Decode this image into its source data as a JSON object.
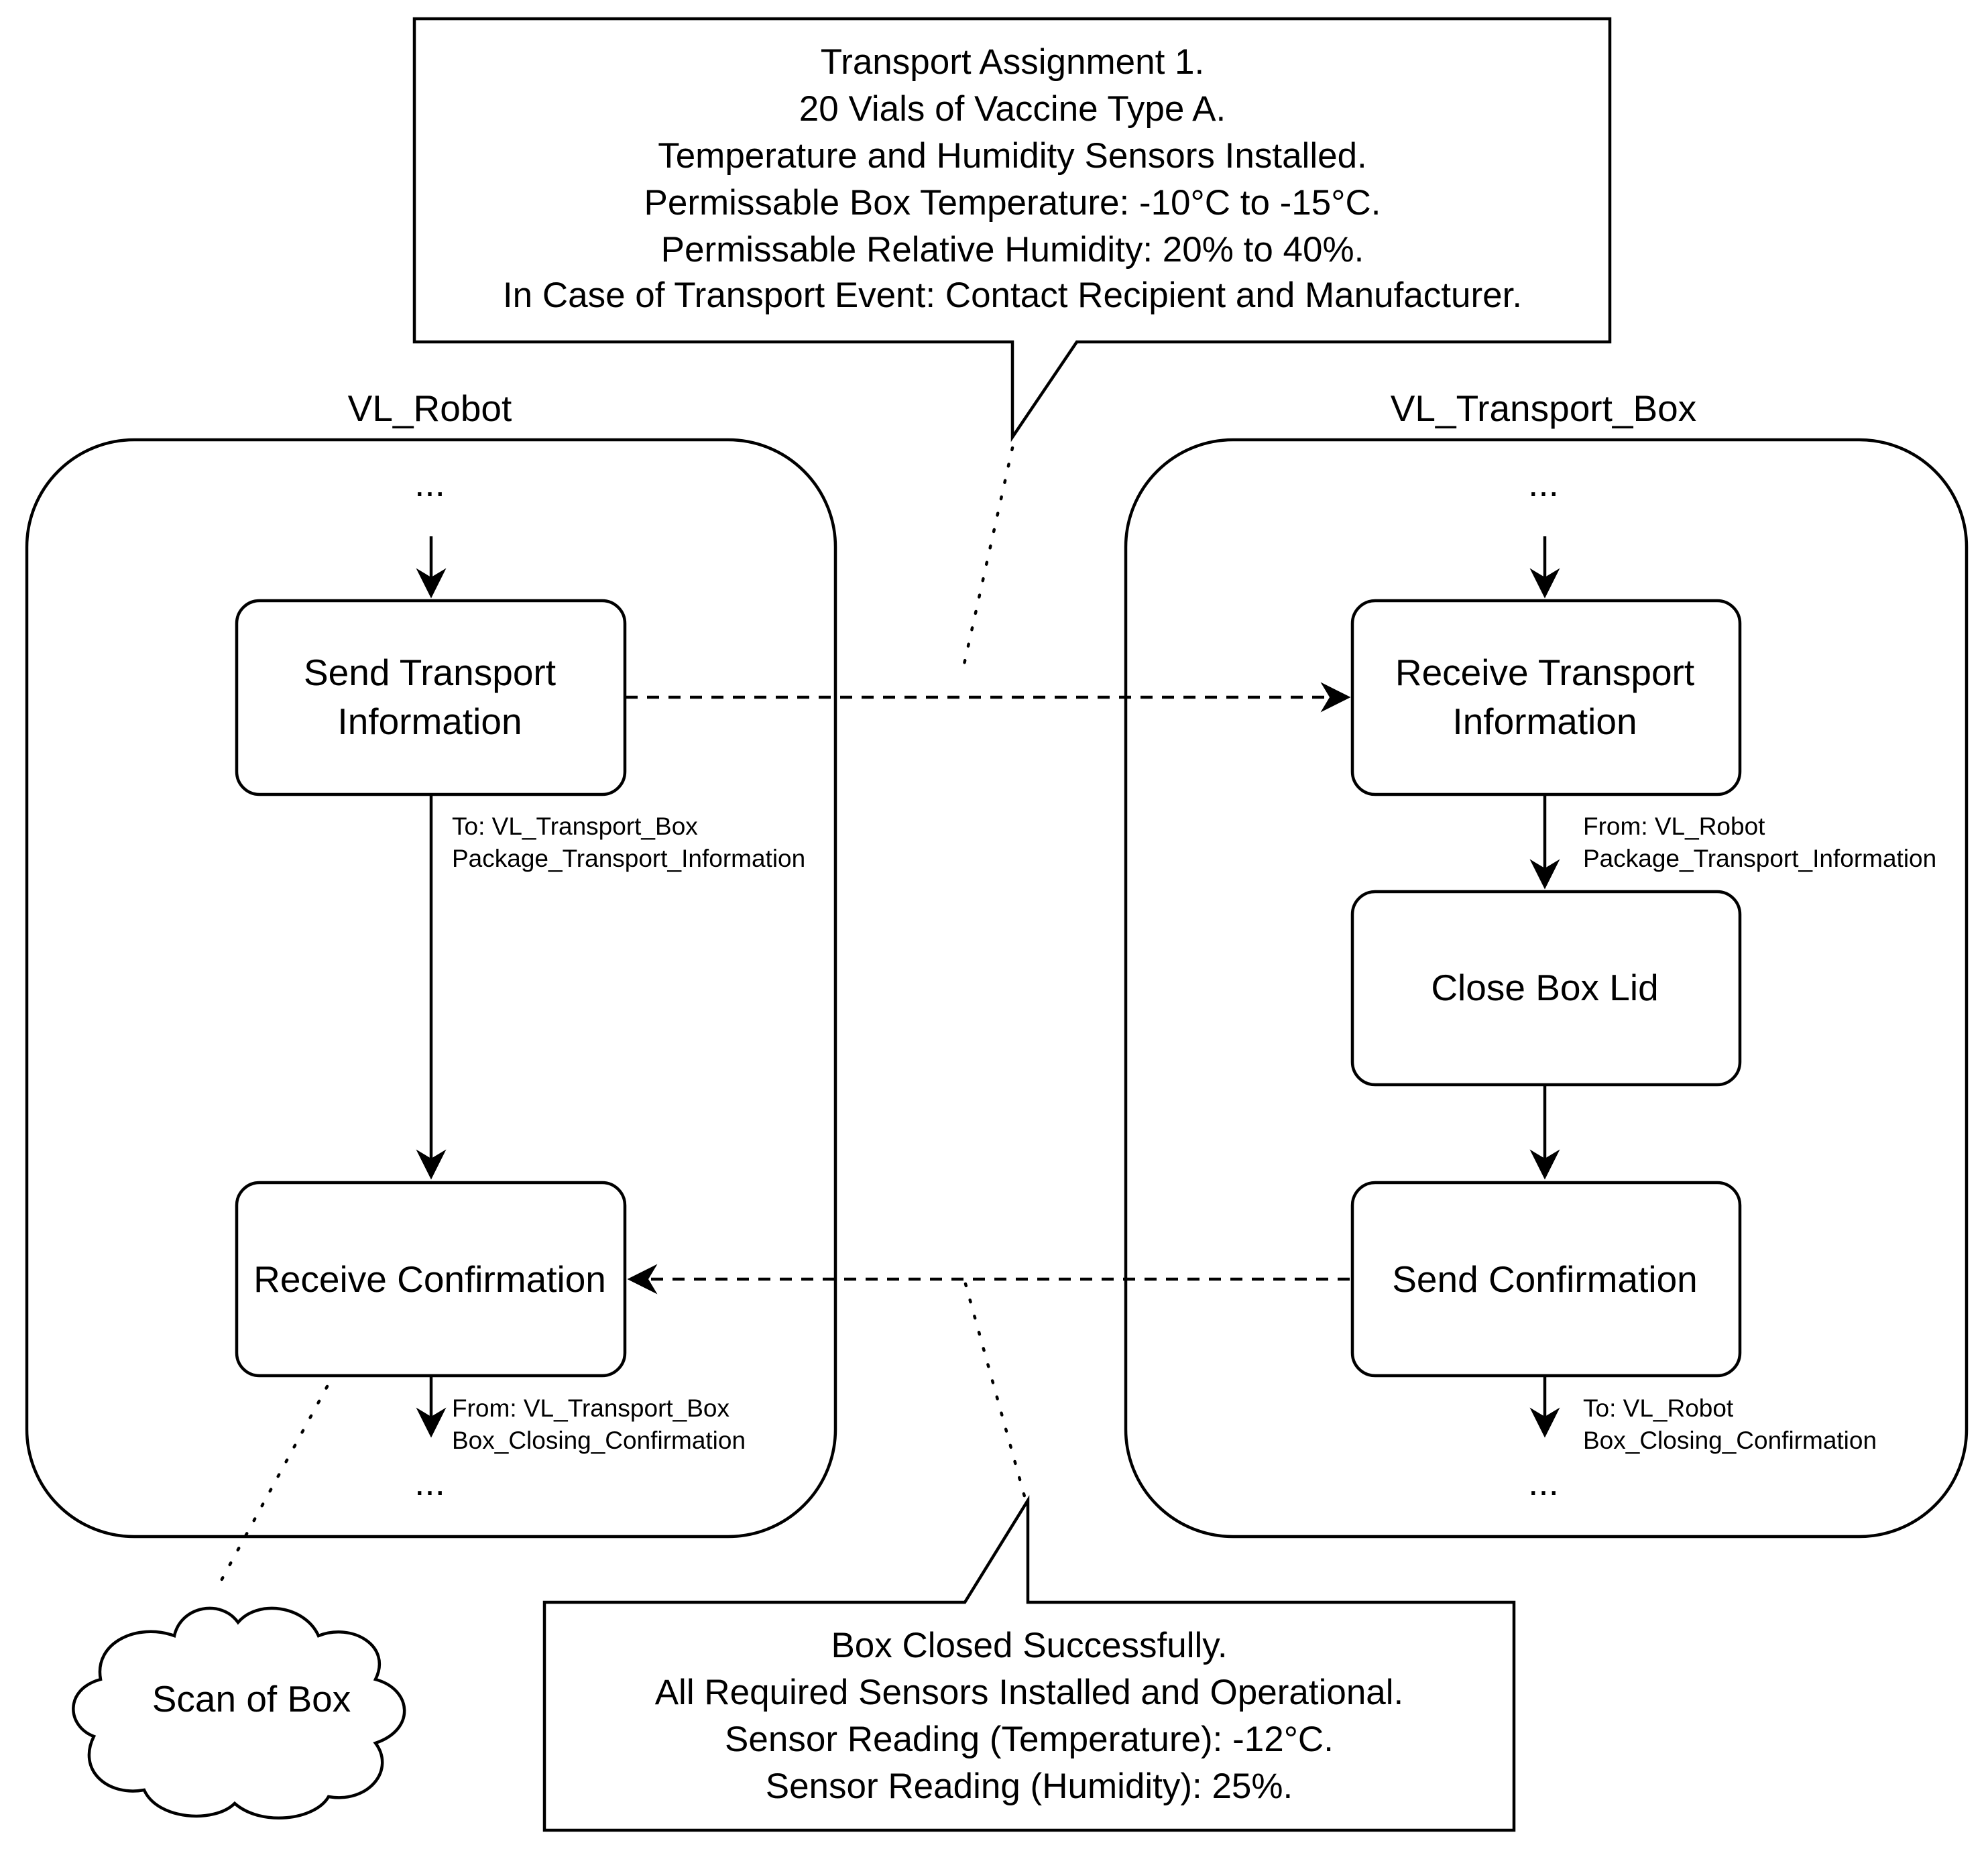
{
  "swimlanes": {
    "robot": {
      "title": "VL_Robot"
    },
    "transport_box": {
      "title": "VL_Transport_Box"
    }
  },
  "ellipsis": "...",
  "tasks": {
    "send_transport_information": [
      "Send Transport",
      "Information"
    ],
    "receive_confirmation": "Receive Confirmation",
    "receive_transport_information": [
      "Receive Transport",
      "Information"
    ],
    "close_box_lid": "Close Box Lid",
    "send_confirmation": "Send Confirmation"
  },
  "message_labels": {
    "robot_send": [
      "To: VL_Transport_Box",
      "Package_Transport_Information"
    ],
    "robot_receive": [
      "From: VL_Transport_Box",
      "Box_Closing_Confirmation"
    ],
    "box_receive": [
      "From: VL_Robot",
      "Package_Transport_Information"
    ],
    "box_send": [
      "To: VL_Robot",
      "Box_Closing_Confirmation"
    ]
  },
  "callouts": {
    "transport_assignment": [
      "Transport Assignment 1.",
      "20 Vials of Vaccine Type A.",
      "Temperature and Humidity Sensors Installed.",
      "Permissable Box Temperature: -10°C to -15°C.",
      "Permissable Relative Humidity: 20% to 40%.",
      "In Case of Transport Event: Contact Recipient and Manufacturer."
    ],
    "box_closed": [
      "Box Closed Successfully.",
      "All Required Sensors Installed and Operational.",
      "Sensor Reading (Temperature): -12°C.",
      "Sensor Reading (Humidity): 25%."
    ]
  },
  "cloud": {
    "label": "Scan of Box"
  }
}
